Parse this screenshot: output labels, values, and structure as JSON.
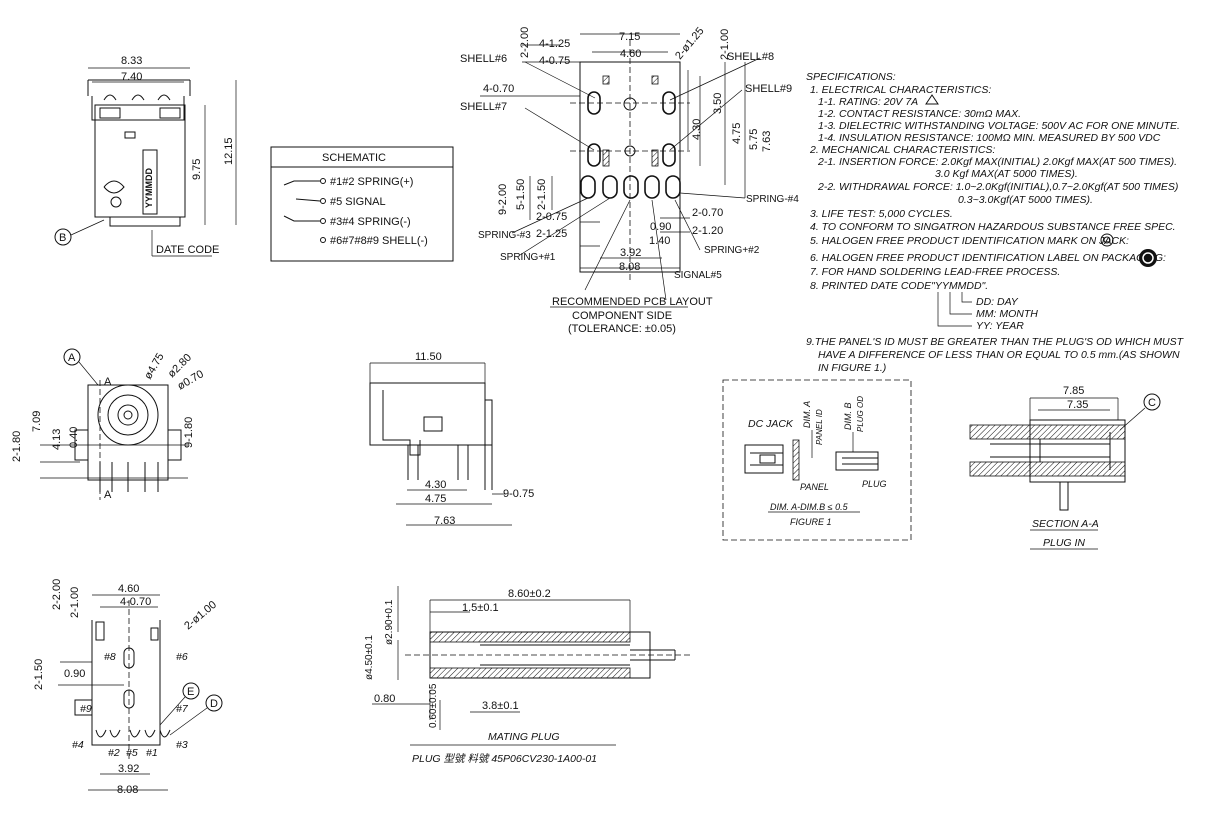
{
  "side_view": {
    "dims": [
      "8.33",
      "7.40",
      "9.75",
      "12.15"
    ],
    "callout": "B",
    "date_code_label": "DATE CODE",
    "marking": "YYMMDD"
  },
  "schematic": {
    "title": "SCHEMATIC",
    "rows": [
      "#1#2 SPRING(+)",
      "#5  SIGNAL",
      "#3#4 SPRING(-)",
      "#6#7#8#9 SHELL(-)"
    ]
  },
  "pcb_layout": {
    "top_dims": [
      "2-2.00",
      "4-1.25",
      "4-0.75",
      "7.15",
      "4.60",
      "2-ø1.25",
      "2-1.00",
      "4-0.70"
    ],
    "shell_labels": [
      "SHELL#6",
      "SHELL#7",
      "SHELL#8",
      "SHELL#9"
    ],
    "right_dims": [
      "3.50",
      "4.30",
      "4.75",
      "5.75",
      "7.63"
    ],
    "left_dims": [
      "9-2.00",
      "5-1.50",
      "2-1.50",
      "2-0.75",
      "2-1.25"
    ],
    "bottom_dims": [
      "0.90",
      "2-0.70",
      "2-1.20",
      "1.40",
      "3.92",
      "8.08"
    ],
    "pin_labels": [
      "SPRING-#4",
      "SPRING-#3",
      "SPRING+#1",
      "SPRING+#2",
      "SIGNAL#5"
    ],
    "caption_title": "RECOMMENDED PCB LAYOUT",
    "caption_sub": "COMPONENT SIDE",
    "caption_tol": "(TOLERANCE: ±0.05)"
  },
  "specifications": {
    "lines": [
      "SPECIFICATIONS:",
      "1. ELECTRICAL CHARACTERISTICS:",
      "1-1. RATING: 20V 7A",
      "1-2. CONTACT RESISTANCE: 30mΩ MAX.",
      "1-3. DIELECTRIC WITHSTANDING VOLTAGE: 500V AC FOR ONE MINUTE.",
      "1-4. INSULATION RESISTANCE: 100MΩ MIN. MEASURED BY 500 VDC",
      "2. MECHANICAL CHARACTERISTICS:",
      "2-1. INSERTION FORCE: 2.0Kgf MAX(INITIAL) 2.0Kgf MAX(AT 500 TIMES).",
      "3.0 Kgf MAX(AT 5000 TIMES).",
      "2-2. WITHDRAWAL FORCE: 1.0~2.0Kgf(INITIAL),0.7~2.0Kgf(AT 500 TIMES)",
      "0.3~3.0Kgf(AT 5000 TIMES).",
      "3. LIFE TEST: 5,000 CYCLES.",
      "4. TO CONFORM TO SINGATRON HAZARDOUS SUBSTANCE FREE SPEC.",
      "5. HALOGEN FREE PRODUCT IDENTIFICATION MARK ON JACK:",
      "6. HALOGEN FREE  PRODUCT IDENTIFICATION LABEL ON PACKAGING:",
      "7. FOR HAND SOLDERING LEAD-FREE PROCESS.",
      "8. PRINTED DATE CODE\"YYMMDD\"."
    ],
    "date_code_keys": [
      "DD: DAY",
      "MM: MONTH",
      "YY: YEAR"
    ],
    "note9": [
      "9.THE PANEL'S ID MUST BE GREATER THAN THE PLUG'S OD WHICH MUST",
      "HAVE A DIFFERENCE OF LESS THAN OR EQUAL TO 0.5 mm.(AS SHOWN",
      "IN FIGURE 1.)"
    ]
  },
  "front_view": {
    "callout": "A",
    "section_marks": [
      "A",
      "A"
    ],
    "dims": [
      "ø4.75",
      "ø2.80",
      "ø0.70",
      "2-1.80",
      "7.09",
      "4.13",
      "0.40",
      "9-1.80"
    ]
  },
  "side_body": {
    "dims": [
      "11.50",
      "4.30",
      "4.75",
      "7.63",
      "9-0.75"
    ]
  },
  "figure1": {
    "labels": [
      "DC JACK",
      "DIM. A",
      "PANEL ID",
      "DIM. B",
      "PLUG OD",
      "PANEL",
      "PLUG"
    ],
    "formula": "DIM. A-DIM.B ≤ 0.5",
    "caption": "FIGURE 1"
  },
  "section_view": {
    "dims": [
      "7.85",
      "7.35"
    ],
    "callout": "C",
    "caption": "SECTION A-A",
    "sub": "PLUG IN"
  },
  "bottom_view": {
    "dims": [
      "2-2.00",
      "2-1.00",
      "4.60",
      "4-0.70",
      "2-ø1.00",
      "2-1.50",
      "0.90",
      "3.92",
      "8.08"
    ],
    "pin_labels": [
      "#8",
      "#6",
      "#9",
      "#7",
      "#4",
      "#2",
      "#5",
      "#1",
      "#3"
    ],
    "callouts": [
      "E",
      "D"
    ]
  },
  "mating_plug": {
    "dims": [
      "8.60±0.2",
      "1.5±0.1",
      "ø2.90+0.1",
      "ø4.50±0.1",
      "0.80",
      "0.60±0.05",
      "3.8±0.1"
    ],
    "caption": "MATING PLUG",
    "part_label": "PLUG 型號 料號 45P06CV230-1A00-01"
  }
}
